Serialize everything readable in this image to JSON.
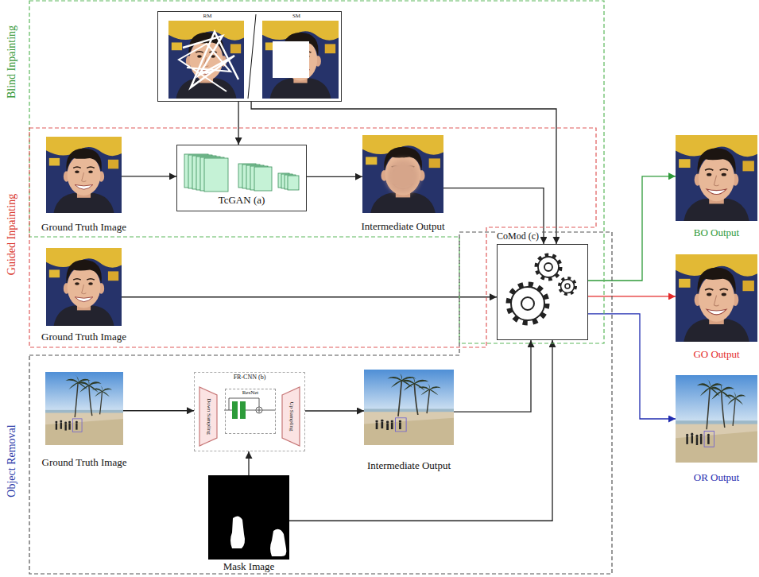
{
  "diagram": {
    "nodes": [
      {
        "text": [
          "Blind Inpainting"
        ]
      },
      {
        "text": [
          "RM",
          "SM"
        ],
        "in": 0
      },
      {
        "text": [
          "Guided Inpainting"
        ]
      },
      {
        "text": [
          "Ground Truth Image"
        ],
        "in": 2
      },
      {
        "text": [
          "TcGAN (a)"
        ],
        "in": 2
      },
      {
        "text": [
          "Intermediate Output"
        ],
        "in": 2
      },
      {
        "text": [
          "CoMod (c)"
        ]
      },
      {
        "text": [
          "Ground Truth Image"
        ],
        "in": 2
      },
      {
        "text": [
          "Object Removal"
        ]
      },
      {
        "text": [
          "Ground Truth Image"
        ],
        "in": 8
      },
      {
        "text": [
          "FR-CNN (b)"
        ],
        "in": 8
      },
      {
        "text": [
          "Down Sampling"
        ],
        "in": 10
      },
      {
        "text": [
          "ResNet"
        ],
        "in": 10
      },
      {
        "text": [
          "Up Sampling"
        ],
        "in": 10
      },
      {
        "text": [
          "Intermediate Output"
        ],
        "in": 8
      },
      {
        "text": [
          "Mask Image"
        ],
        "in": 8
      },
      {
        "text": [
          "BO Output"
        ]
      },
      {
        "text": [
          "GO Output"
        ]
      },
      {
        "text": [
          "OR Output"
        ]
      }
    ],
    "edges": [
      {
        "from": 1,
        "to": 4,
        "arrow": "to"
      },
      {
        "from": 1,
        "to": 6,
        "arrow": "to"
      },
      {
        "from": 3,
        "to": 4,
        "arrow": "to"
      },
      {
        "from": 4,
        "to": 5,
        "arrow": "to"
      },
      {
        "from": 5,
        "to": 6,
        "arrow": "to"
      },
      {
        "from": 7,
        "to": 6,
        "arrow": "to"
      },
      {
        "from": 9,
        "to": 10,
        "arrow": "to"
      },
      {
        "from": 10,
        "to": 14,
        "arrow": "to"
      },
      {
        "from": 15,
        "to": 10,
        "arrow": "to"
      },
      {
        "from": 14,
        "to": 6,
        "arrow": "to"
      },
      {
        "from": 15,
        "to": 6,
        "arrow": "to"
      },
      {
        "from": 6,
        "to": 16,
        "arrow": "to"
      },
      {
        "from": 6,
        "to": 17,
        "arrow": "to"
      },
      {
        "from": 6,
        "to": 18,
        "arrow": "to"
      }
    ]
  }
}
